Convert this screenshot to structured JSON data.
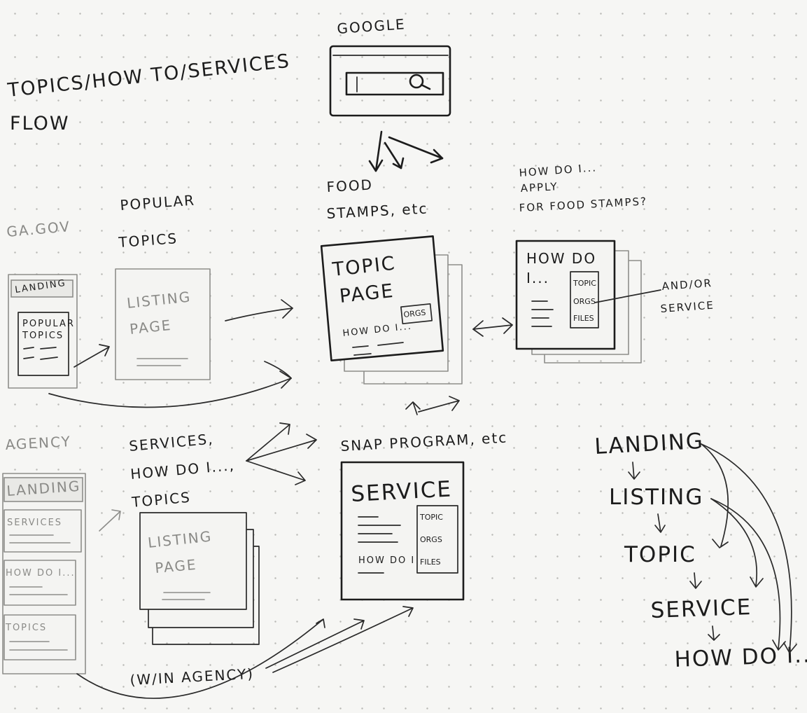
{
  "title": [
    "TOPICS/HOW TO/SERVICES",
    "FLOW"
  ],
  "google": {
    "label": "GOOGLE"
  },
  "sources": {
    "ga_gov": "GA.GOV",
    "agency": "AGENCY"
  },
  "ga_gov_landing": {
    "title": "LANDING",
    "section": [
      "POPULAR",
      "TOPICS"
    ]
  },
  "popular_topics": {
    "label": [
      "POPULAR",
      "TOPICS"
    ],
    "page": [
      "LISTING",
      "PAGE"
    ]
  },
  "topic": {
    "note": [
      "FOOD",
      "STAMPS, etc"
    ],
    "page": [
      "TOPIC",
      "PAGE"
    ],
    "box": "ORGS",
    "how_do_i": "HOW DO I..."
  },
  "how_do_i": {
    "note": [
      "HOW DO I...",
      "APPLY",
      "FOR FOOD STAMPS?"
    ],
    "page": [
      "HOW DO",
      "I..."
    ],
    "box": [
      "TOPIC",
      "ORGS",
      "FILES"
    ],
    "annotation": [
      "AND/OR",
      "SERVICE"
    ]
  },
  "agency_landing": {
    "title": "LANDING",
    "sections": [
      "SERVICES",
      "HOW DO I...",
      "TOPICS"
    ]
  },
  "agency_listing": {
    "label": [
      "SERVICES,",
      "HOW DO I...,",
      "TOPICS"
    ],
    "page": [
      "LISTING",
      "PAGE"
    ],
    "footer": "(W/IN AGENCY)"
  },
  "service": {
    "note": "SNAP PROGRAM, etc",
    "page": "SERVICE",
    "box": [
      "TOPIC",
      "ORGS",
      "FILES"
    ],
    "how_do_i": "HOW DO I"
  },
  "hierarchy": [
    "LANDING",
    "LISTING",
    "TOPIC",
    "SERVICE",
    "HOW DO I..."
  ]
}
